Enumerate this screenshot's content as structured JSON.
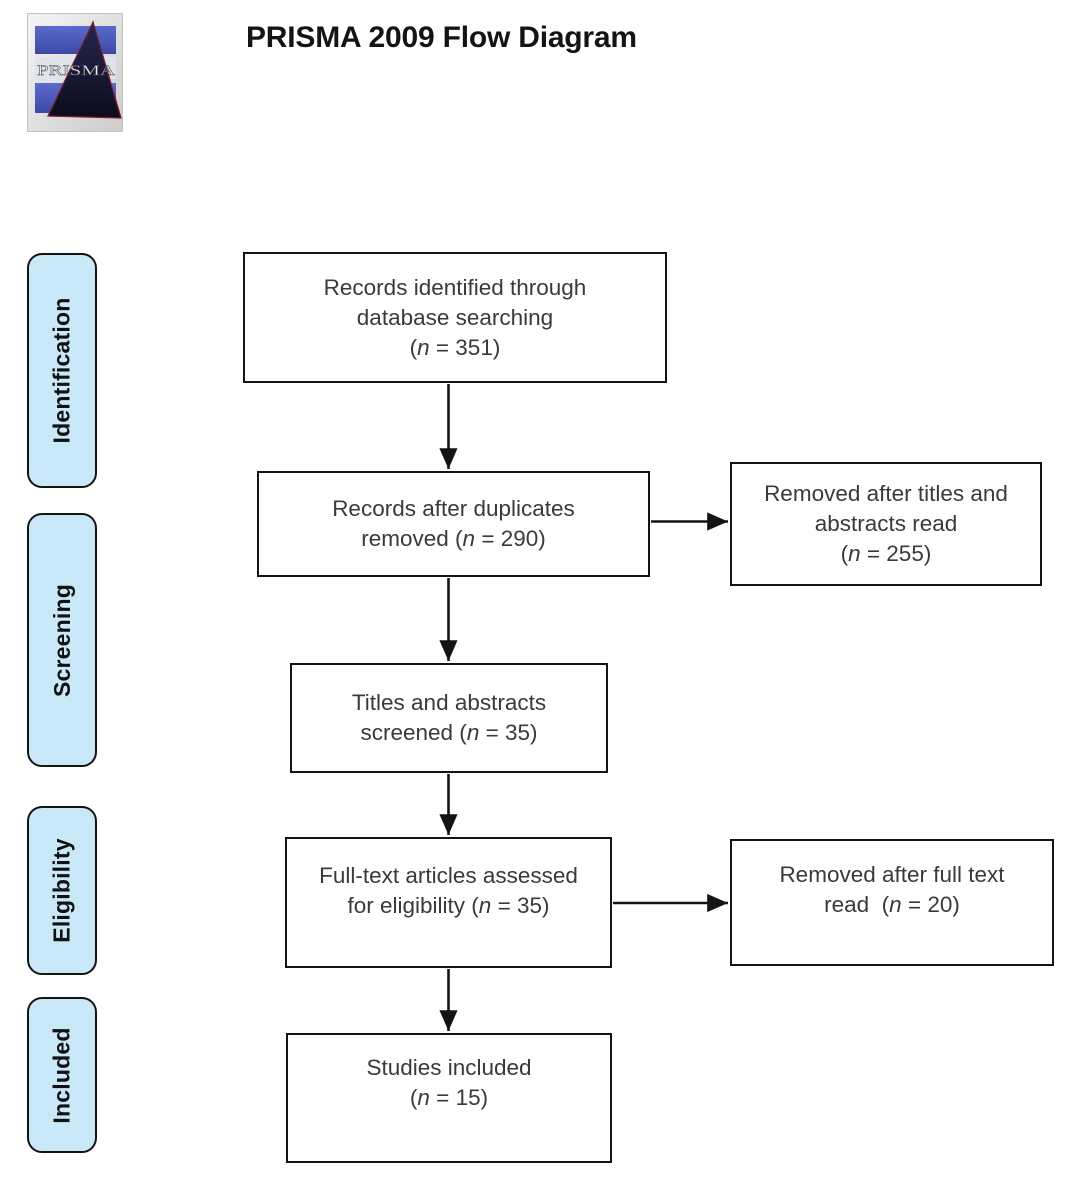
{
  "header": {
    "title": "PRISMA 2009 Flow Diagram",
    "logo_text": "PRISMA"
  },
  "stages": [
    {
      "label": "Identification"
    },
    {
      "label": "Screening"
    },
    {
      "label": "Eligibility"
    },
    {
      "label": "Included"
    }
  ],
  "flow": {
    "main_boxes": [
      {
        "id": "records-identified",
        "lines": [
          "Records identified through",
          "database searching",
          "(n = 351)"
        ]
      },
      {
        "id": "records-after-duplicates",
        "lines": [
          "Records after duplicates",
          "removed (n = 290)"
        ]
      },
      {
        "id": "titles-abstracts-screened",
        "lines": [
          "Titles and abstracts",
          "screened (n = 35)"
        ]
      },
      {
        "id": "fulltext-assessed",
        "lines": [
          "Full-text articles assessed",
          "for eligibility (n = 35)"
        ]
      },
      {
        "id": "studies-included",
        "lines": [
          "Studies included",
          "(n = 15)"
        ]
      }
    ],
    "exclusion_boxes": [
      {
        "id": "removed-titles-abstracts",
        "lines": [
          "Removed after titles and",
          "abstracts read",
          "(n = 255)"
        ]
      },
      {
        "id": "removed-fulltext",
        "lines": [
          "Removed after full text",
          "read  (n = 20)"
        ]
      }
    ]
  },
  "colors": {
    "stage_fill": "#c9e9f8",
    "border": "#141414",
    "text": "#3a3a3a",
    "logo_blue_light": "#5b6bcb",
    "logo_blue_dark": "#3c49a6",
    "logo_triangle_fill": "#15152e",
    "logo_triangle_outline": "#7e1f2d"
  }
}
